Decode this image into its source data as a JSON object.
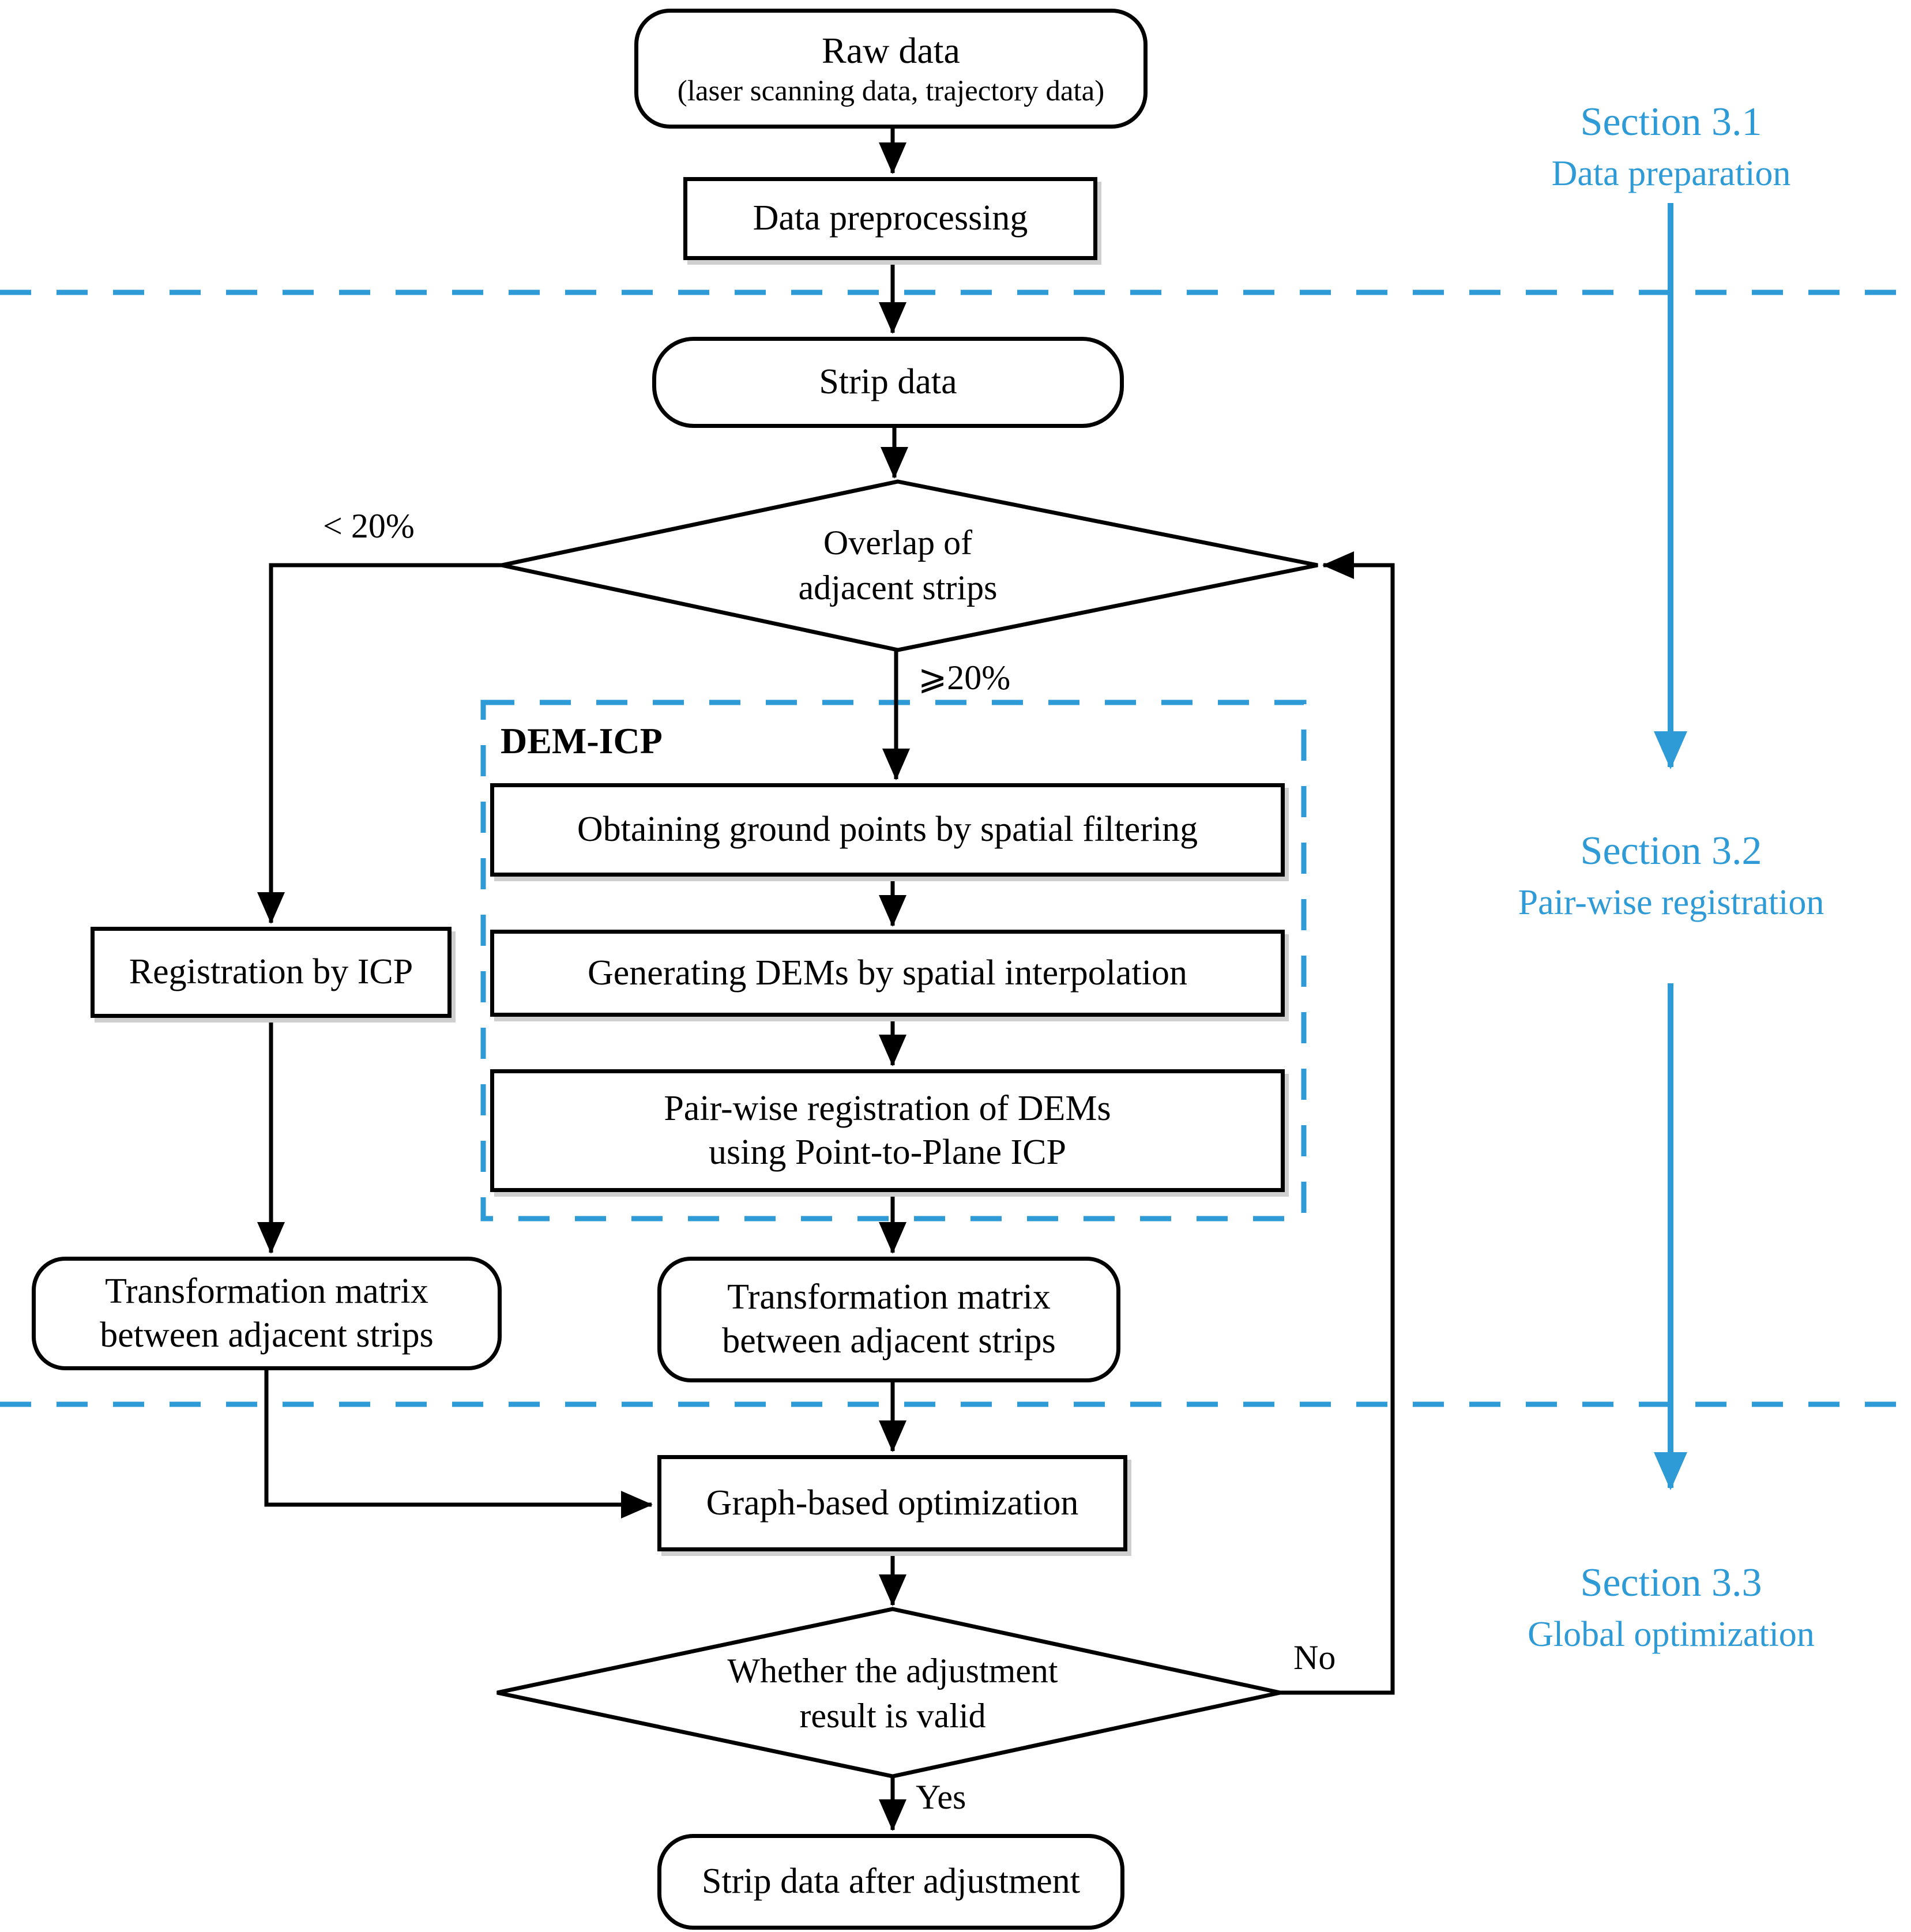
{
  "accent_color": "#2E9AD6",
  "nodes": {
    "raw_data": {
      "title": "Raw data",
      "subtitle": "(laser scanning data, trajectory data)"
    },
    "data_preprocessing": {
      "label": "Data preprocessing"
    },
    "strip_data": {
      "label": "Strip data"
    },
    "overlap_decision": {
      "line1": "Overlap of",
      "line2": "adjacent strips"
    },
    "registration_icp": {
      "label": "Registration by ICP"
    },
    "dem_icp_group": {
      "label": "DEM-ICP"
    },
    "obtaining_ground_points": {
      "label": "Obtaining ground points by spatial filtering"
    },
    "generating_dems": {
      "label": "Generating DEMs by spatial interpolation"
    },
    "pairwise_registration": {
      "line1": "Pair-wise registration of DEMs",
      "line2": "using Point-to-Plane ICP"
    },
    "transform_matrix_left": {
      "line1": "Transformation matrix",
      "line2": "between adjacent strips"
    },
    "transform_matrix_center": {
      "line1": "Transformation matrix",
      "line2": "between adjacent strips"
    },
    "graph_optimization": {
      "label": "Graph-based optimization"
    },
    "validity_decision": {
      "line1": "Whether the adjustment",
      "line2": "result is valid"
    },
    "strip_after_adjustment": {
      "label": "Strip data after adjustment"
    }
  },
  "edge_labels": {
    "less_than_20": "< 20%",
    "greater_equal_20": "⩾20%",
    "no": "No",
    "yes": "Yes"
  },
  "sections": [
    {
      "title": "Section 3.1",
      "subtitle": "Data preparation"
    },
    {
      "title": "Section 3.2",
      "subtitle": "Pair-wise registration"
    },
    {
      "title": "Section 3.3",
      "subtitle": "Global optimization"
    }
  ]
}
